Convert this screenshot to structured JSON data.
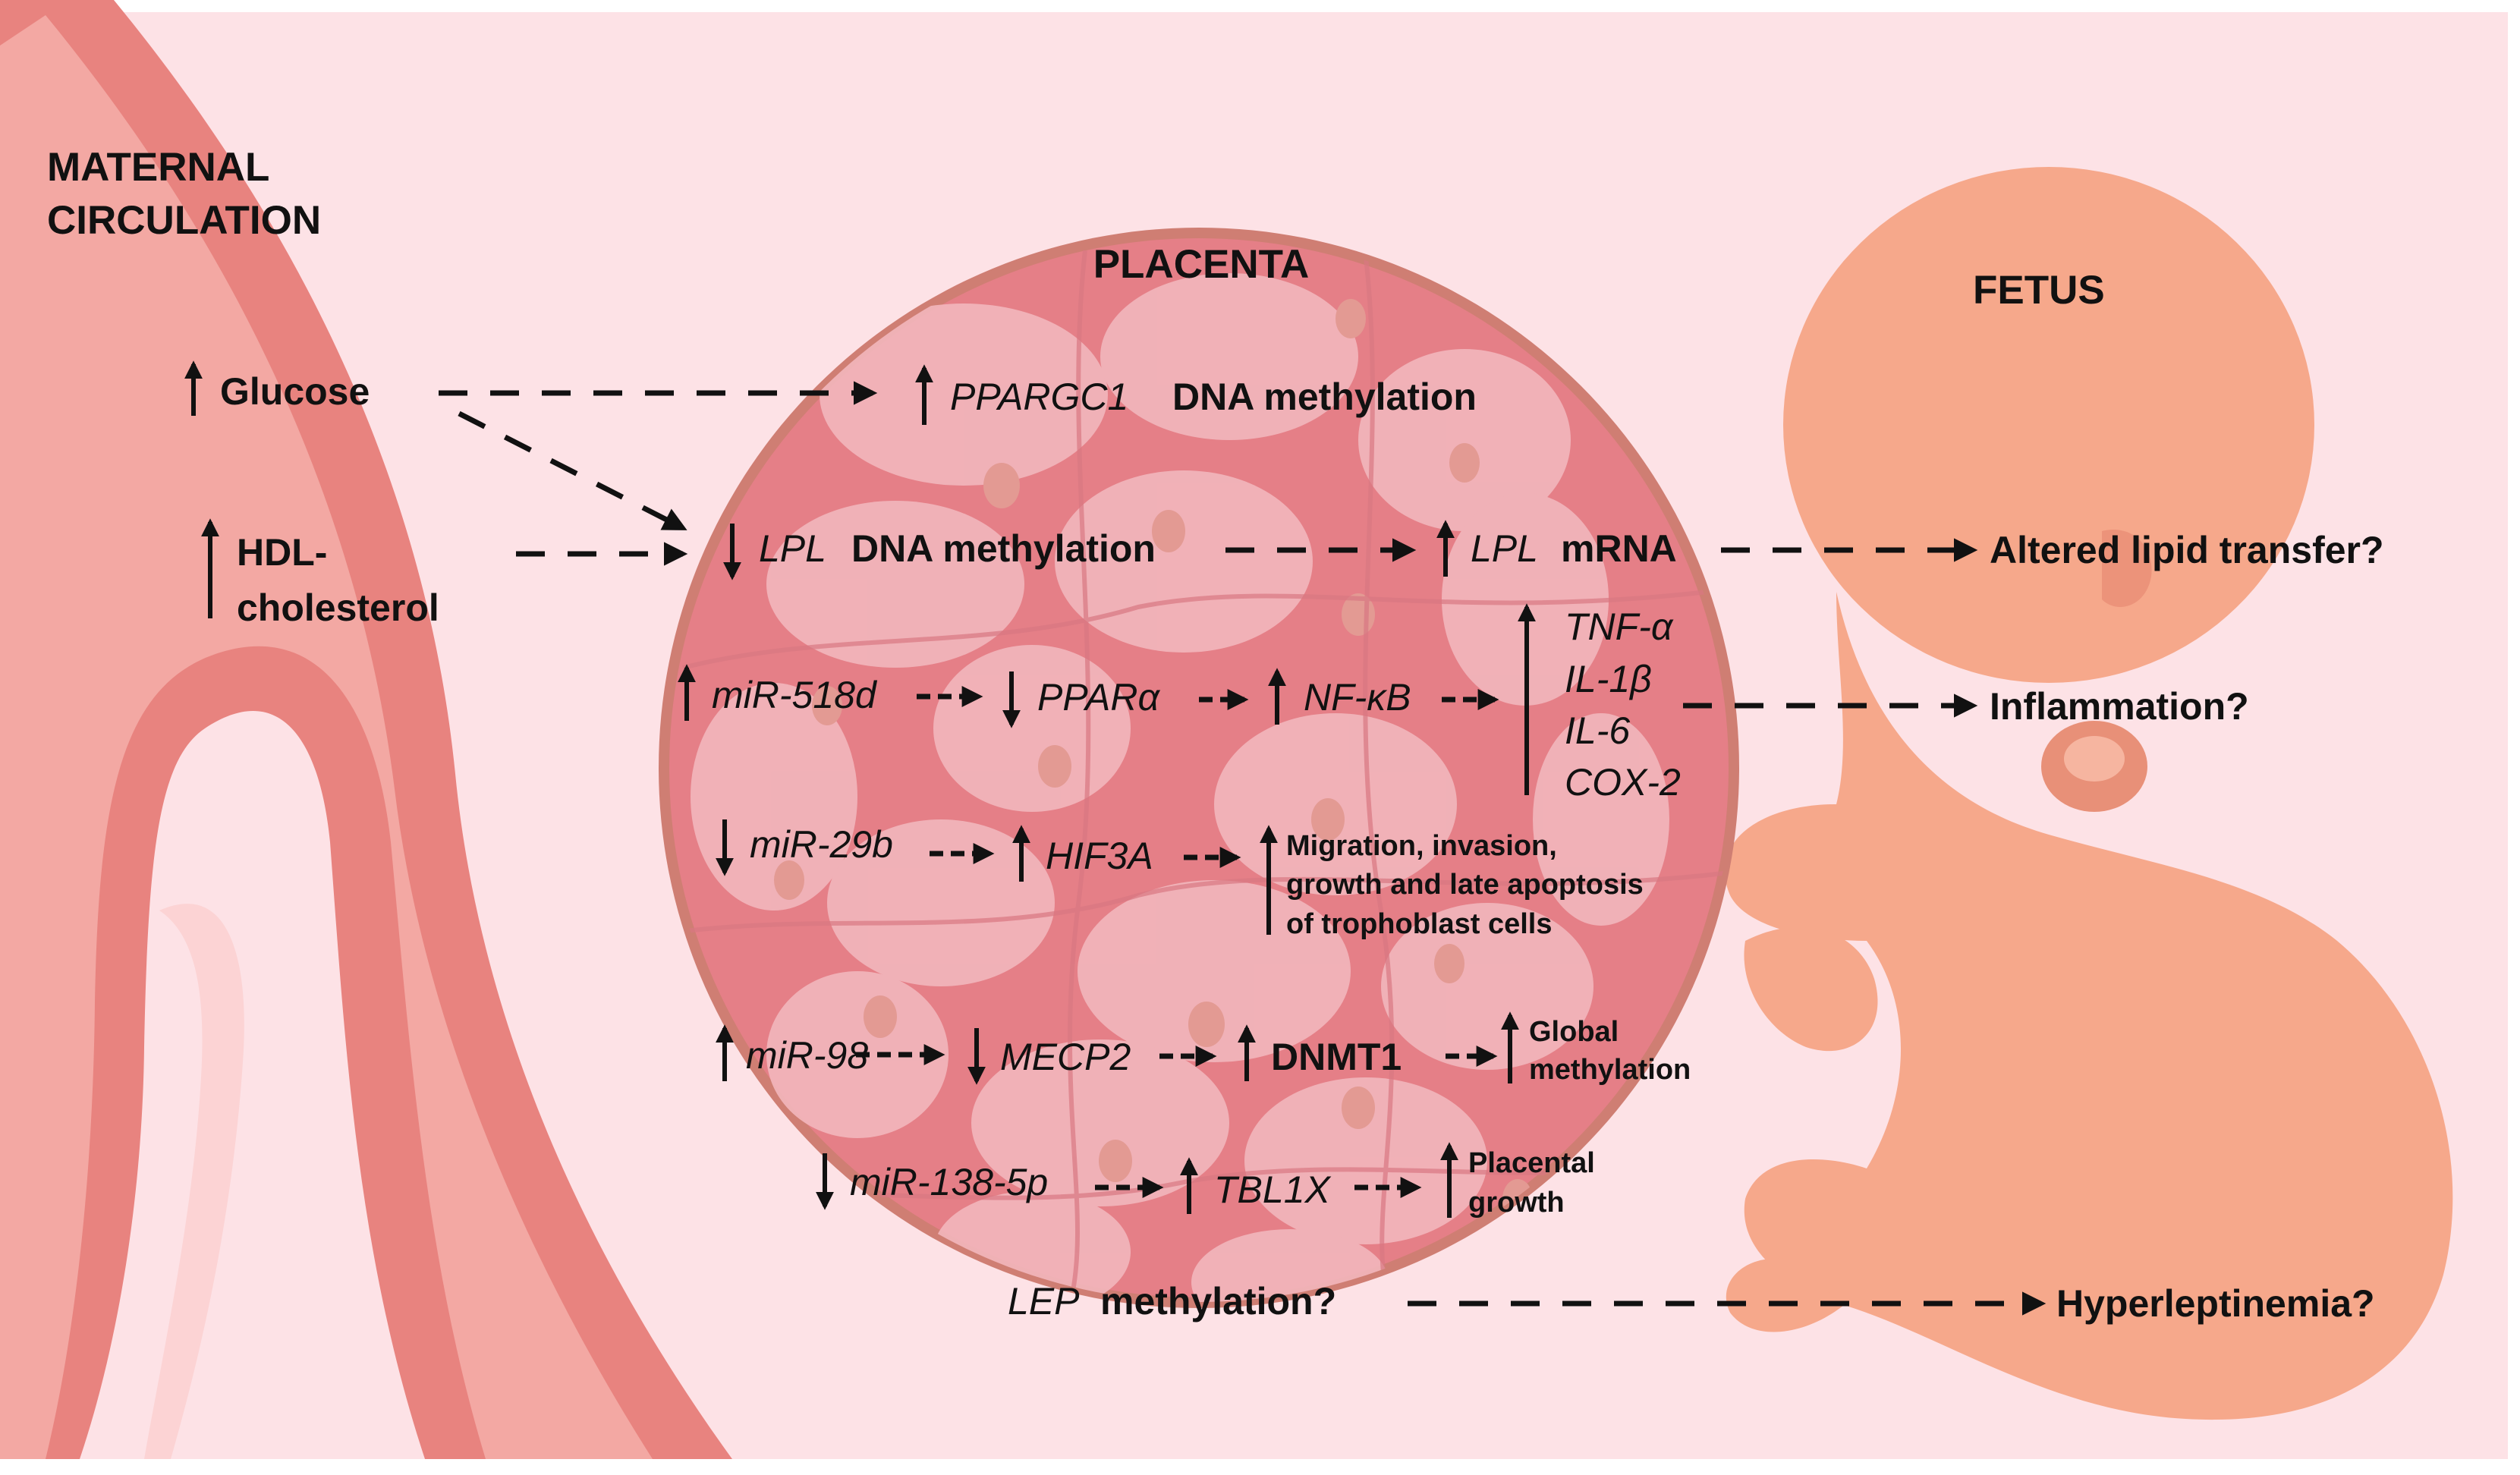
{
  "colors": {
    "background": "#fde2e6",
    "vessel_outer": "#e8837f",
    "vessel_inner": "#f3a8a3",
    "placenta_tissue": "#e57f87",
    "placenta_rim": "#cf7e73",
    "cell_fill": "#f2b7bd",
    "nucleus": "#e39a93",
    "fetus": "#f6a88b",
    "ink": "#111111"
  },
  "regions": {
    "maternal_line1": "MATERNAL",
    "maternal_line2": "CIRCULATION",
    "placenta": "PLACENTA",
    "fetus": "FETUS"
  },
  "maternal": {
    "glucose": "Glucose",
    "hdl_line1": "HDL-",
    "hdl_line2": "cholesterol"
  },
  "rows": {
    "pgc": {
      "gene": "PPARGC1",
      "text": "DNA methylation"
    },
    "lpl": {
      "gene": "LPL",
      "text": "DNA methylation",
      "mrna_gene": "LPL",
      "mrna_text": "mRNA"
    },
    "mir518": {
      "mirna": "miR-518d",
      "target": "PPARα",
      "next": "NF-κB",
      "outputs": [
        "TNF-α",
        "IL-1β",
        "IL-6",
        "COX-2"
      ]
    },
    "mir29": {
      "mirna": "miR-29b",
      "target": "HIF3A",
      "effect_lines": [
        "Migration, invasion,",
        "growth and late apoptosis",
        "of trophoblast cells"
      ]
    },
    "mir98": {
      "mirna": "miR-98",
      "target": "MECP2",
      "next": "DNMT1",
      "effect_lines": [
        "Global",
        "methylation"
      ]
    },
    "mir138": {
      "mirna": "miR-138-5p",
      "target": "TBL1X",
      "effect_lines": [
        "Placental",
        "growth"
      ]
    },
    "lep": {
      "gene": "LEP",
      "text": "methylation?"
    }
  },
  "outcomes": {
    "lipid": "Altered lipid transfer?",
    "inflammation": "Inflammation?",
    "leptin": "Hyperleptinemia?"
  }
}
